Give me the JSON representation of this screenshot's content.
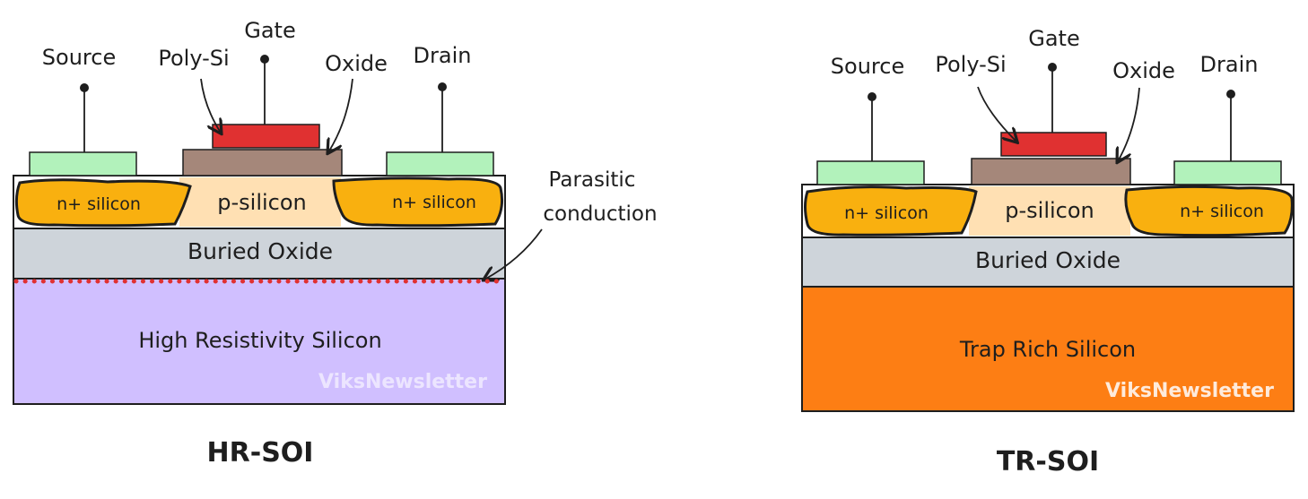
{
  "left_diagram": {
    "title": "HR-SOI",
    "labels": {
      "source": "Source",
      "gate": "Gate",
      "poly_si": "Poly-Si",
      "oxide": "Oxide",
      "drain": "Drain",
      "n_silicon_left": "n+ silicon",
      "p_silicon": "p-silicon",
      "n_silicon_right": "n+ silicon",
      "buried_oxide": "Buried Oxide",
      "substrate": "High Resistivity Silicon",
      "parasitic": "Parasitic",
      "conduction": "conduction",
      "watermark": "ViksNewsletter"
    },
    "colors": {
      "substrate": "#d0bfff",
      "parasitic_dots": "#e03131"
    }
  },
  "right_diagram": {
    "title": "TR-SOI",
    "labels": {
      "source": "Source",
      "gate": "Gate",
      "poly_si": "Poly-Si",
      "oxide": "Oxide",
      "drain": "Drain",
      "n_silicon_left": "n+ silicon",
      "p_silicon": "p-silicon",
      "n_silicon_right": "n+ silicon",
      "buried_oxide": "Buried Oxide",
      "substrate": "Trap Rich Silicon",
      "watermark": "ViksNewsletter"
    },
    "colors": {
      "substrate": "#fd7e14"
    }
  },
  "colors": {
    "contact": "#b2f2bb",
    "poly_si": "#e03131",
    "gate_oxide": "#a5877a",
    "n_silicon": "#f9b00f",
    "p_silicon": "#ffe0b3",
    "buried_oxide": "#ced4da",
    "outline": "#1e1e1e"
  }
}
